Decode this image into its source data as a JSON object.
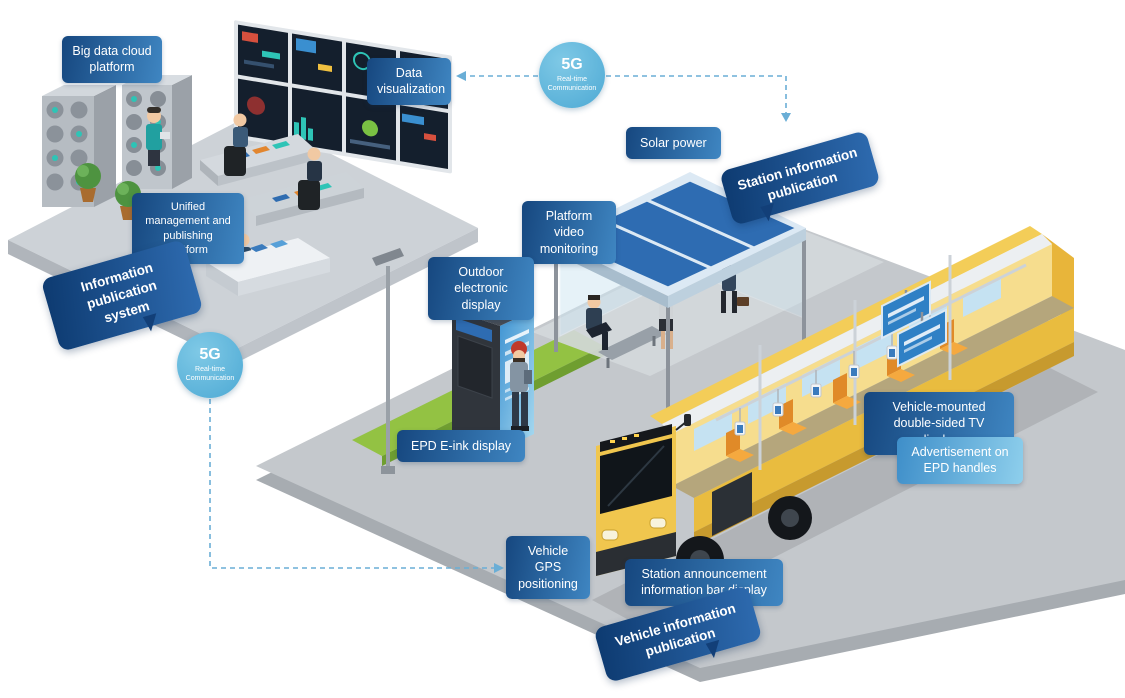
{
  "labels": {
    "big_data": "Big data cloud platform",
    "data_visualization": "Data visualization",
    "solar_power": "Solar power",
    "platform_video": "Platform video monitoring",
    "unified_platform": "Unified management and publishing platform",
    "outdoor_display": "Outdoor electronic display",
    "epd_display": "EPD E-ink display",
    "tv_display": "Vehicle-mounted double-sided TV display",
    "epd_handles": "Advertisement on EPD handles",
    "gps": "Vehicle GPS positioning",
    "station_announcement": "Station announcement information bar display"
  },
  "bubbles": {
    "information_publication_system": "Information publication system",
    "station_information_publication": "Station information publication",
    "vehicle_information_publication": "Vehicle information publication"
  },
  "badge_5g": {
    "title": "5G",
    "line1": "Real-time",
    "line2": "Communication"
  },
  "colors": {
    "label_gradient_start": "#16477f",
    "label_gradient_end": "#3f86c2",
    "label_light_start": "#3e8ec9",
    "label_light_end": "#8ecfec",
    "bubble_blue": "#123f78",
    "badge_blue": "#4da9d4",
    "connector_blue": "#6aaed6",
    "bus_yellow": "#efc24b",
    "solar_panel_blue": "#2e6cb2",
    "road_gray": "#c4c8cc",
    "grass_green": "#93c243",
    "seat_orange": "#f5a93f"
  }
}
